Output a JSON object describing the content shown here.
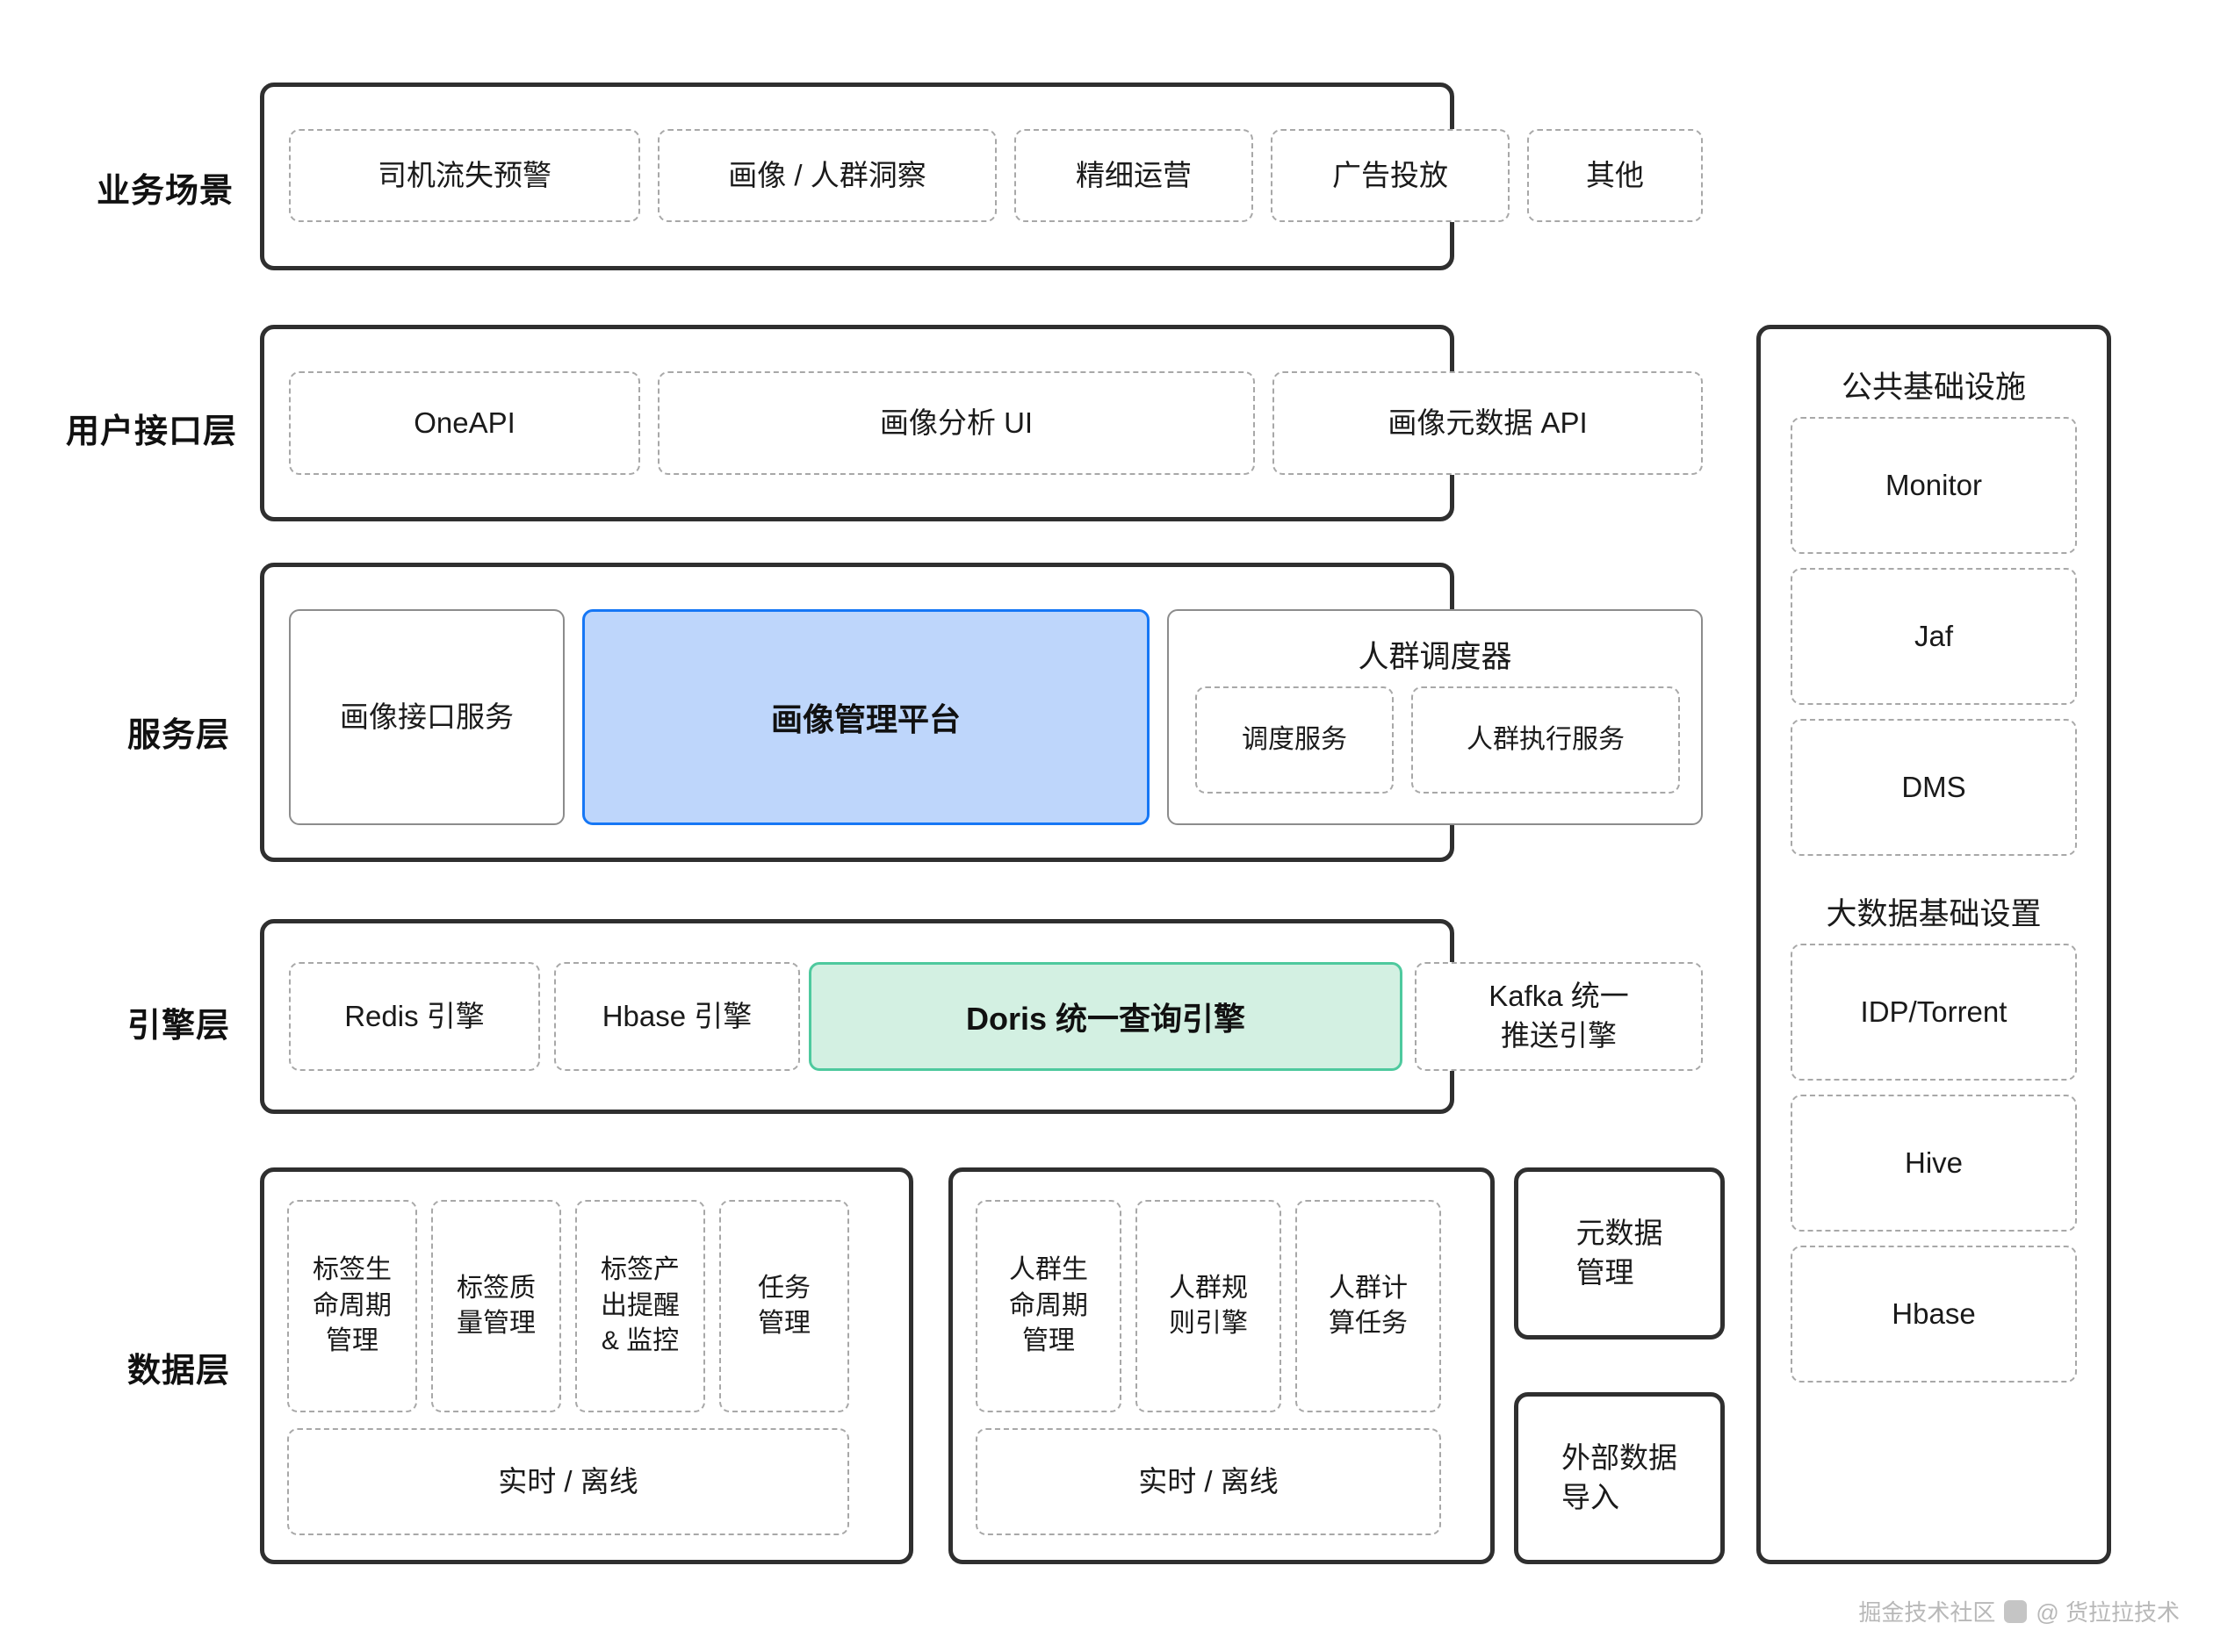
{
  "rows": [
    {
      "label": "业务场景",
      "items": [
        {
          "label": "司机流失预警",
          "style": "dashed"
        },
        {
          "label": "画像 / 人群洞察",
          "style": "dashed"
        },
        {
          "label": "精细运营",
          "style": "dashed"
        },
        {
          "label": "广告投放",
          "style": "dashed"
        },
        {
          "label": "其他",
          "style": "dashed"
        }
      ]
    },
    {
      "label": "用户接口层",
      "items": [
        {
          "label": "OneAPI",
          "style": "dashed"
        },
        {
          "label": "画像分析 UI",
          "style": "dashed"
        },
        {
          "label": "画像元数据 API",
          "style": "dashed"
        }
      ]
    },
    {
      "label": "服务层",
      "items": [
        {
          "label": "画像接口服务",
          "style": "solid"
        },
        {
          "label": "画像管理平台",
          "style": "blue-highlight"
        },
        {
          "label": "人群调度器",
          "style": "solid-group",
          "children": [
            {
              "label": "调度服务",
              "style": "dashed"
            },
            {
              "label": "人群执行服务",
              "style": "dashed"
            }
          ]
        }
      ]
    },
    {
      "label": "引擎层",
      "items": [
        {
          "label": "Redis 引擎",
          "style": "dashed"
        },
        {
          "label": "Hbase 引擎",
          "style": "dashed"
        },
        {
          "label": "Doris 统一查询引擎",
          "style": "green-highlight"
        },
        {
          "label": "Kafka 统一\n推送引擎",
          "style": "dashed"
        }
      ]
    },
    {
      "label": "数据层",
      "groups": [
        {
          "name": "label-group",
          "items": [
            {
              "label": "标签生\n命周期\n管理"
            },
            {
              "label": "标签质\n量管理"
            },
            {
              "label": "标签产\n出提醒\n& 监控"
            },
            {
              "label": "任务\n管理"
            }
          ],
          "footer": "实时 / 离线"
        },
        {
          "name": "crowd-group",
          "items": [
            {
              "label": "人群生\n命周期\n管理"
            },
            {
              "label": "人群规\n则引擎"
            },
            {
              "label": "人群计\n算任务"
            }
          ],
          "footer": "实时 / 离线"
        }
      ],
      "side_boxes": [
        {
          "label": "元数据\n管理",
          "style": "solid"
        },
        {
          "label": "外部数据\n导入",
          "style": "solid"
        }
      ]
    }
  ],
  "sidebar": {
    "sections": [
      {
        "title": "公共基础设施",
        "items": [
          {
            "label": "Monitor"
          },
          {
            "label": "Jaf"
          },
          {
            "label": "DMS"
          }
        ]
      },
      {
        "title": "大数据基础设置",
        "items": [
          {
            "label": "IDP/Torrent"
          },
          {
            "label": "Hive"
          },
          {
            "label": "Hbase"
          }
        ]
      }
    ]
  },
  "watermark": {
    "text": "掘金技术社区 @ 货拉拉技术"
  },
  "colors": {
    "outline": "#2f2f2f",
    "dashed": "#a8a8a8",
    "solid": "#8c8c8c",
    "blue_border": "#1677f5",
    "blue_fill": "#bed6fb",
    "green_border": "#4ec99e",
    "green_fill": "#d3f0e2",
    "watermark": "#b8b8b8"
  }
}
